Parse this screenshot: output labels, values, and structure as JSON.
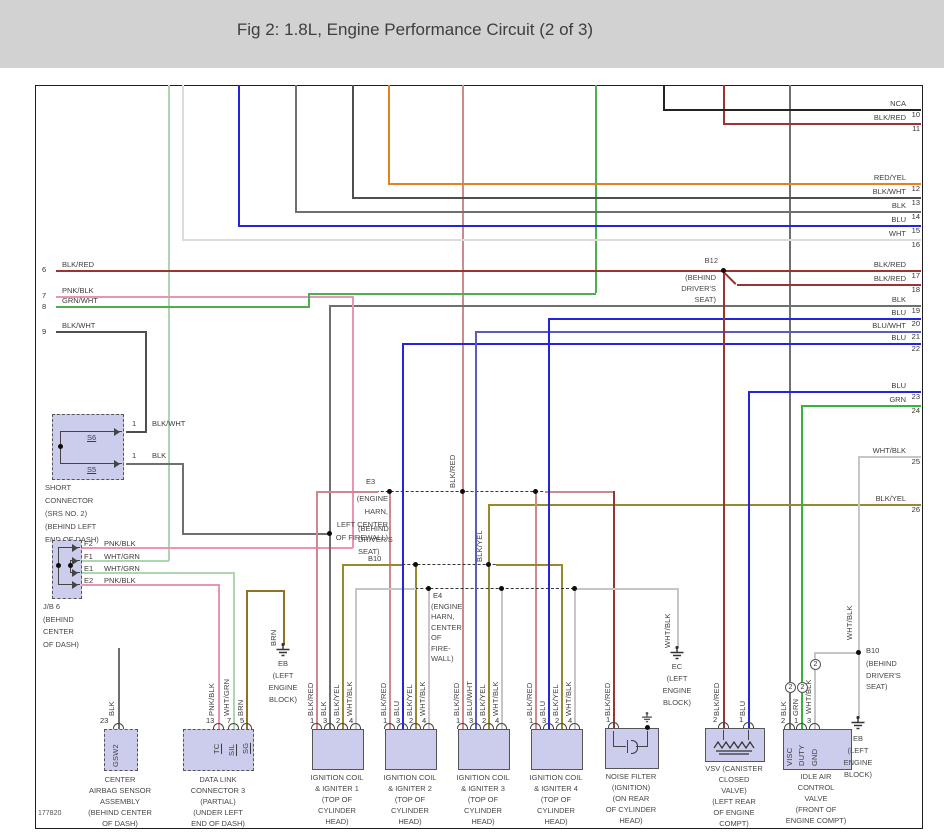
{
  "title": "Fig 2: 1.8L, Engine Performance Circuit (2 of 3)",
  "sheet_id": "177820",
  "palette": {
    "BLK_RED_dark": "#9a3332",
    "BLK_RED_light": "#cc8a8a",
    "RED_YEL": "#e2841e",
    "BLK_WHT": "#4f4f4f",
    "BLK": "#6f6f6f",
    "BLU": "#2424dd",
    "BLU_WHT": "#5b5bbd",
    "WHT": "#dcdcdc",
    "WHT_BLK": "#c6c6c6",
    "GRN": "#35b33a",
    "GRN_WHT": "#4fae4f",
    "WHT_GRN": "#aed6ae",
    "PNK_BLK": "#eb93b4",
    "BRN": "#8d7322",
    "BLK_YEL": "#97892e",
    "NCA": "#232323",
    "component_fill": "#ccccec",
    "header_bg": "#d2d2d2"
  },
  "right_wires": [
    {
      "n": "10",
      "label": "NCA"
    },
    {
      "n": "11",
      "label": "BLK/RED"
    },
    {
      "n": "12",
      "label": "RED/YEL"
    },
    {
      "n": "13",
      "label": "BLK/WHT"
    },
    {
      "n": "14",
      "label": "BLK"
    },
    {
      "n": "15",
      "label": "BLU"
    },
    {
      "n": "16",
      "label": "WHT"
    },
    {
      "n": "17",
      "label": "BLK/RED"
    },
    {
      "n": "18",
      "label": "BLK/RED"
    },
    {
      "n": "19",
      "label": "BLK"
    },
    {
      "n": "20",
      "label": "BLU"
    },
    {
      "n": "21",
      "label": "BLU/WHT"
    },
    {
      "n": "22",
      "label": "BLU"
    },
    {
      "n": "23",
      "label": "BLU"
    },
    {
      "n": "24",
      "label": "GRN"
    },
    {
      "n": "25",
      "label": "WHT/BLK"
    },
    {
      "n": "26",
      "label": "BLK/YEL"
    }
  ],
  "left_wires": [
    {
      "n": "6",
      "label": "BLK/RED"
    },
    {
      "n": "7",
      "label": "PNK/BLK"
    },
    {
      "n": "8",
      "label": "GRN/WHT"
    },
    {
      "n": "9",
      "label": "BLK/WHT"
    }
  ],
  "junctions": {
    "e3": {
      "id": "E3",
      "loc": "(ENGINE\nHARN,\nLEFT CENTER\nOF FIREWALL)"
    },
    "b10_line": {
      "id": "B10",
      "loc": "(BEHIND\nDRIVER'S\nSEAT)"
    },
    "e4": {
      "id": "E4",
      "loc": "(ENGINE\nHARN,\nCENTER\nOF\nFIRE-\nWALL)"
    },
    "b12": {
      "id": "B12",
      "loc": "(BEHIND\nDRIVER'S\nSEAT)"
    },
    "b10_point": {
      "id": "B10",
      "loc": "(BEHIND\nDRIVER'S\nSEAT)"
    }
  },
  "grounds": {
    "eb_left": {
      "id": "EB",
      "loc": "(LEFT\nENGINE\nBLOCK)"
    },
    "ec": {
      "id": "EC",
      "loc": "(LEFT\nENGINE\nBLOCK)"
    },
    "eb_right": {
      "id": "EB",
      "loc": "(LEFT\nENGINE\nBLOCK)"
    }
  },
  "srs": {
    "name": "SHORT\nCONNECTOR\n(SRS NO. 2)\n(BEHIND LEFT\nEND OF DASH)",
    "pins": [
      {
        "n": "1",
        "wire": "BLK/WHT",
        "id": "S6"
      },
      {
        "n": "1",
        "wire": "BLK",
        "id": "S5"
      }
    ]
  },
  "jb6": {
    "name": "J/B 6\n(BEHIND\nCENTER\nOF DASH)",
    "pins": [
      {
        "id": "F2",
        "wire": "PNK/BLK"
      },
      {
        "id": "F1",
        "wire": "WHT/GRN"
      },
      {
        "id": "E1",
        "wire": "WHT/GRN"
      },
      {
        "id": "E2",
        "wire": "PNK/BLK"
      }
    ]
  },
  "airbag": {
    "name": "CENTER\nAIRBAG SENSOR\nASSEMBLY\n(BEHIND CENTER\nOF DASH)",
    "pin": "23",
    "conn": "GSW2",
    "wire": "BLK"
  },
  "dlc": {
    "name": "DATA LINK\nCONNECTOR 3\n(PARTIAL)\n(UNDER LEFT\nEND OF DASH)",
    "pins": [
      {
        "n": "13",
        "id": "TC",
        "wire": "PNK/BLK"
      },
      {
        "n": "7",
        "id": "SIL",
        "wire": "WHT/GRN"
      },
      {
        "n": "5",
        "id": "SG",
        "wire": "BRN"
      }
    ]
  },
  "coils": [
    {
      "name": "IGNITION COIL\n& IGNITER 1\n(TOP OF\nCYLINDER\nHEAD)",
      "pins": [
        {
          "n": "1",
          "wire": "BLK/RED"
        },
        {
          "n": "3",
          "wire": "BLK"
        },
        {
          "n": "2",
          "wire": "BLK/YEL"
        },
        {
          "n": "4",
          "wire": "WHT/BLK"
        }
      ]
    },
    {
      "name": "IGNITION COIL\n& IGNITER 2\n(TOP OF\nCYLINDER\nHEAD)",
      "pins": [
        {
          "n": "1",
          "wire": "BLK/RED"
        },
        {
          "n": "3",
          "wire": "BLU"
        },
        {
          "n": "2",
          "wire": "BLK/YEL"
        },
        {
          "n": "4",
          "wire": "WHT/BLK"
        }
      ]
    },
    {
      "name": "IGNITION COIL\n& IGNITER 3\n(TOP OF\nCYLINDER\nHEAD)",
      "pins": [
        {
          "n": "1",
          "wire": "BLK/RED"
        },
        {
          "n": "3",
          "wire": "BLU/WHT"
        },
        {
          "n": "2",
          "wire": "BLK/YEL"
        },
        {
          "n": "4",
          "wire": "WHT/BLK"
        }
      ]
    },
    {
      "name": "IGNITION COIL\n& IGNITER 4\n(TOP OF\nCYLINDER\nHEAD)",
      "pins": [
        {
          "n": "1",
          "wire": "BLK/RED"
        },
        {
          "n": "3",
          "wire": "BLU"
        },
        {
          "n": "2",
          "wire": "BLK/YEL"
        },
        {
          "n": "4",
          "wire": "WHT/BLK"
        }
      ]
    }
  ],
  "noise_filter": {
    "name": "NOISE FILTER\n(IGNITION)\n(ON REAR\nOF CYLINDER\nHEAD)",
    "pin": "1",
    "wire": "BLK/RED"
  },
  "vsv": {
    "name": "VSV (CANISTER\nCLOSED\nVALVE)\n(LEFT REAR\nOF ENGINE\nCOMPT)",
    "pins": [
      {
        "n": "2",
        "wire": "BLK/RED"
      },
      {
        "n": "1",
        "wire": "BLU"
      }
    ]
  },
  "iac": {
    "name": "IDLE AIR\nCONTROL\nVALVE\n(FRONT OF\nENGINE COMPT)",
    "badge": "2",
    "pins": [
      {
        "n": "2",
        "id": "VISC",
        "wire": "BLK"
      },
      {
        "n": "1",
        "id": "DUTY",
        "wire": "GRN"
      },
      {
        "n": "3",
        "id": "GND",
        "wire": "WHT/BLK"
      }
    ]
  },
  "mid_labels": {
    "brn": "BRN",
    "blk_red": "BLK/RED",
    "blk_yel": "BLK/YEL",
    "wht_blk_ec": "WHT/BLK",
    "wht_blk_b10": "WHT/BLK"
  }
}
